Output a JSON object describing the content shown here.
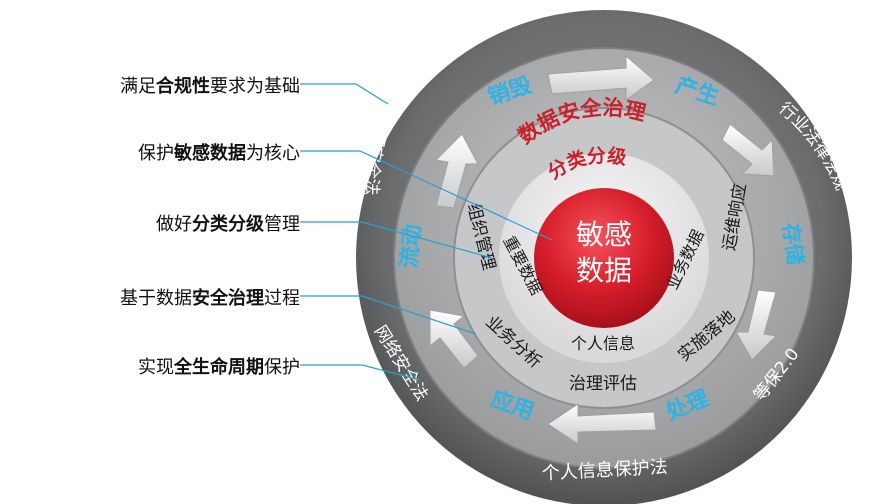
{
  "principles": [
    {
      "pre": "满足",
      "bold": "合规性",
      "post": "要求为基础"
    },
    {
      "pre": "保护",
      "bold": "敏感数据",
      "post": "为核心"
    },
    {
      "pre": "做好",
      "bold": "分类分级",
      "post": "管理"
    },
    {
      "pre": "基于数据",
      "bold": "安全治理",
      "post": "过程"
    },
    {
      "pre": "实现",
      "bold": "全生命周期",
      "post": "保护"
    }
  ],
  "outer_ring": {
    "title": "数据安全能力成熟度模型",
    "laws": [
      "数据安全法",
      "行业法律法规",
      "等保2.0",
      "个人信息保护法",
      "网络安全法"
    ]
  },
  "lifecycle": [
    "产生",
    "存储",
    "处理",
    "应用",
    "流动",
    "销毁"
  ],
  "governance": {
    "title": "数据安全治理",
    "items": [
      "组织管理",
      "运维响应",
      "实施落地",
      "治理评估",
      "业务分析"
    ]
  },
  "classification": {
    "title": "分类分级",
    "items": [
      "重要数据",
      "业务数据",
      "个人信息"
    ]
  },
  "core": [
    "敏感",
    "数据"
  ],
  "colors": {
    "ring_dark": "#6d6e70",
    "ring_mid": "#a6a7a9",
    "ring_light": "#e4e4e6",
    "accent_blue": "#35b6e6",
    "accent_red": "#d61e2b",
    "leader_line": "#2a9fd6"
  }
}
